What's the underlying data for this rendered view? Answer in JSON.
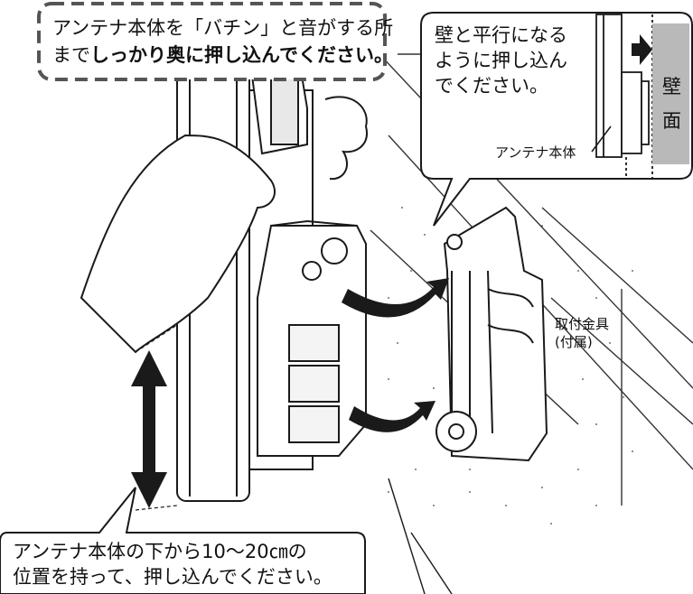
{
  "callouts": {
    "top_left": {
      "line1": "アンテナ本体を「バチン」と音がする所",
      "line2_prefix": "まで",
      "line2_bold": "しっかり奥に押し込んでください。"
    },
    "top_right": {
      "line1": "壁と平行になる",
      "line2": "ように押し込ん",
      "line3": "でください。",
      "antenna_label": "アンテナ本体",
      "wall_char1": "壁",
      "wall_char2": "面"
    },
    "bottom_left": {
      "line1": "アンテナ本体の下から10〜20㎝の",
      "line2": "位置を持って、押し込んでください。"
    }
  },
  "labels": {
    "bracket_line1": "取付金具",
    "bracket_line2": "(付属)"
  },
  "colors": {
    "line": "#1a1a1a",
    "wall": "#b9b9b9",
    "dashed_border": "#555555"
  }
}
